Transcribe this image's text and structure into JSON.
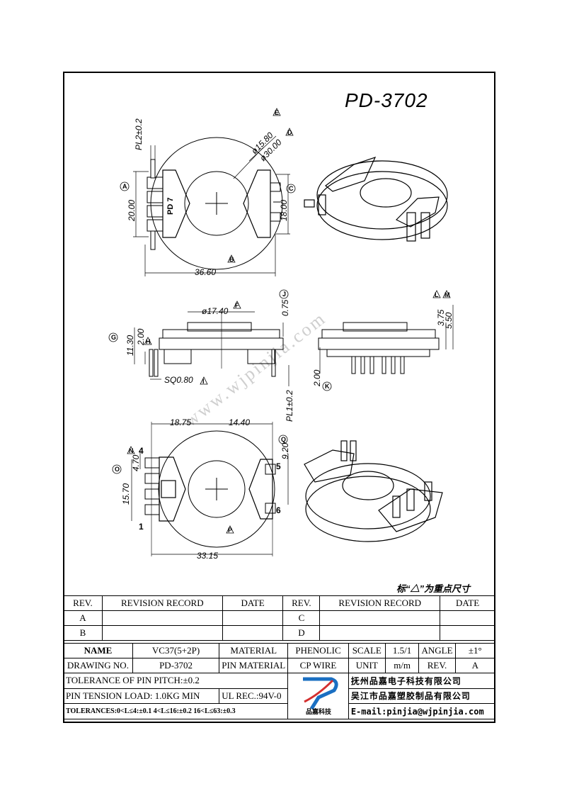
{
  "title": "PD-3702",
  "note": "标“△”为重点尺寸",
  "watermark": "www.wjpinjia.com",
  "dims": {
    "top_view": {
      "pl2": "PL2±0.2",
      "d15": "ø15.80",
      "d30": "ø30.00",
      "w20": "20.00",
      "w18": "18.00",
      "w3660": "36.60",
      "mark": "PD 7",
      "tags": [
        "A",
        "B",
        "C",
        "D",
        "E"
      ]
    },
    "side_view": {
      "d17": "ø17.40",
      "t075": "0.75",
      "h1130": "11.30",
      "h200": "2.00",
      "sq": "SQ0.80",
      "pl1": "PL1±0.2",
      "h375": "3.75",
      "h550": "5.50",
      "h200b": "2.00",
      "tags": [
        "F",
        "J",
        "G",
        "H",
        "I",
        "K",
        "L",
        "M"
      ]
    },
    "bottom_view": {
      "w1875": "18.75",
      "w1440": "14.40",
      "h470": "4.70",
      "h1570": "15.70",
      "h920": "9.20",
      "w3315": "33.15",
      "pins": [
        "4",
        "1",
        "5",
        "6"
      ],
      "tags": [
        "N",
        "O",
        "P",
        "Q"
      ]
    }
  },
  "revision": {
    "headers": [
      "REV.",
      "REVISION RECORD",
      "DATE",
      "REV.",
      "REVISION RECORD",
      "DATE"
    ],
    "rows": [
      [
        "A",
        "",
        "",
        "C",
        "",
        ""
      ],
      [
        "B",
        "",
        "",
        "D",
        "",
        ""
      ]
    ]
  },
  "title_block": {
    "name_label": "NAME",
    "name_value": "VC37(5+2P)",
    "material_label": "MATERIAL",
    "material_value": "PHENOLIC",
    "scale_label": "SCALE",
    "scale_value": "1.5/1",
    "angle_label": "ANGLE",
    "angle_value": "±1°",
    "drawing_label": "DRAWING NO.",
    "drawing_value": "PD-3702",
    "pin_material_label": "PIN MATERIAL",
    "pin_material_value": "CP WIRE",
    "unit_label": "UNIT",
    "unit_value": "m/m",
    "rev_label": "REV.",
    "rev_value": "A",
    "pitch_tol": "TOLERANCE OF PIN PITCH:±0.2",
    "tension": "PIN TENSION LOAD: 1.0KG  MIN",
    "ul": "UL REC.:94V-0",
    "tolerances": "TOLERANCES:0<L≤4:±0.1 4<L≤16:±0.2 16<L≤63:±0.3",
    "company1": "抚州品嘉电子科技有限公司",
    "company2": "吴江市品嘉塑胶制品有限公司",
    "email": "E-mail:pinjia@wjpinjia.com",
    "logo_text": "品嘉科技"
  }
}
